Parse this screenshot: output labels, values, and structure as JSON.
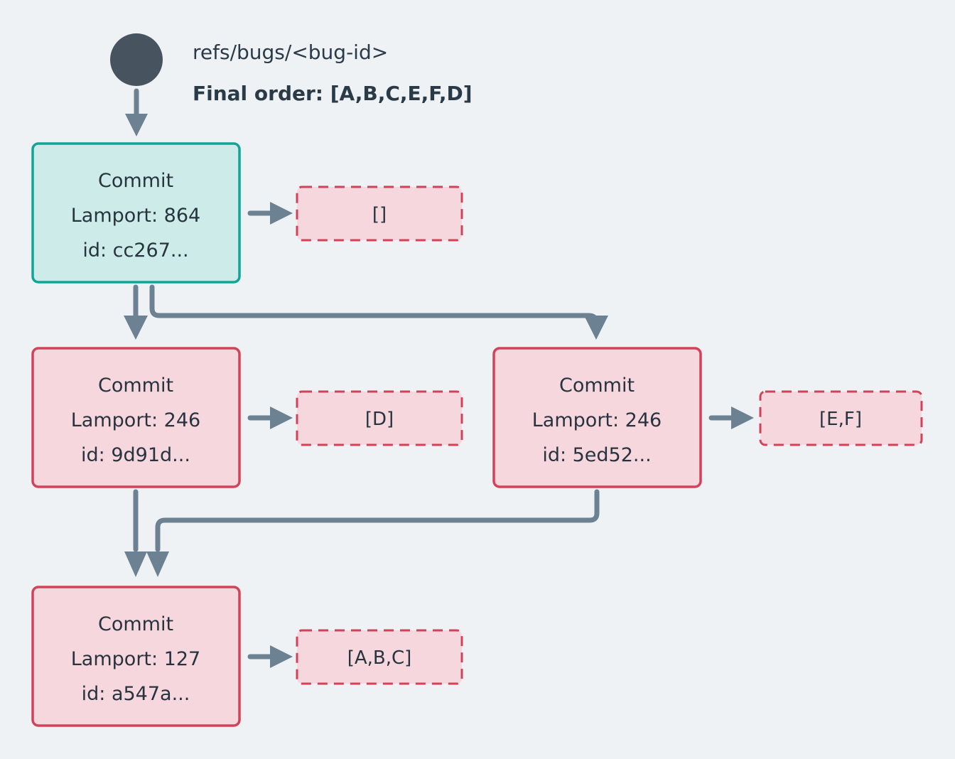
{
  "header": {
    "ref_name": "refs/bugs/<bug-id>",
    "final_order": "Final order: [A,B,C,E,F,D]",
    "start_node_name": "start-dot"
  },
  "nodes": [
    {
      "id": "cc267",
      "title": "Commit",
      "lamport": "Lamport: 864",
      "commit_id": "id: cc267...",
      "pending": "[]",
      "style": "teal"
    },
    {
      "id": "9d91d",
      "title": "Commit",
      "lamport": "Lamport: 246",
      "commit_id": "id: 9d91d...",
      "pending": "[D]",
      "style": "red"
    },
    {
      "id": "5ed52",
      "title": "Commit",
      "lamport": "Lamport: 246",
      "commit_id": "id: 5ed52...",
      "pending": "[E,F]",
      "style": "red"
    },
    {
      "id": "a547a",
      "title": "Commit",
      "lamport": "Lamport: 127",
      "commit_id": "id: a547a...",
      "pending": "[A,B,C]",
      "style": "red"
    }
  ],
  "colors": {
    "background": "#eef2f5",
    "teal_fill": "#cdebe9",
    "teal_stroke": "#0fa696",
    "red_fill": "#f7d7de",
    "red_stroke": "#d24259",
    "edge": "#6c8191",
    "start_dot": "#47545f",
    "text": "#27343f"
  }
}
